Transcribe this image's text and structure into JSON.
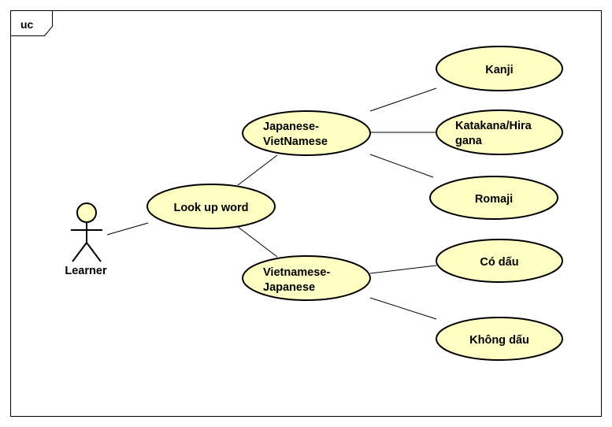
{
  "frame": {
    "label": "uc"
  },
  "actor": {
    "name": "Learner"
  },
  "use_cases": {
    "lookup": [
      "Look up word"
    ],
    "jp_vn": [
      "Japanese-",
      "VietNamese"
    ],
    "vn_jp": [
      "Vietnamese-",
      "Japanese"
    ],
    "kanji": [
      "Kanji"
    ],
    "kata_hira": [
      "Katakana/Hira",
      "gana"
    ],
    "romaji": [
      "Romaji"
    ],
    "co_dau": [
      "Có dấu"
    ],
    "khong_dau": [
      "Không dấu"
    ]
  },
  "colors": {
    "use_case_fill": "#ffffc4",
    "stroke": "#000000",
    "background": "#ffffff"
  }
}
